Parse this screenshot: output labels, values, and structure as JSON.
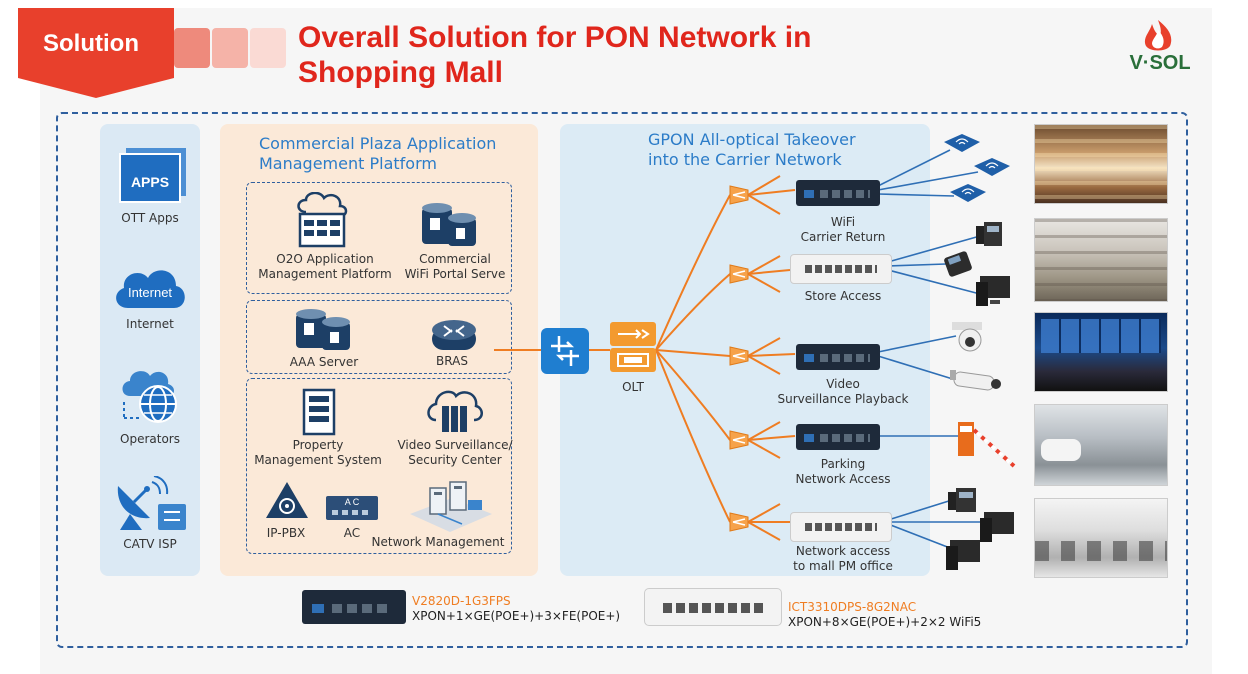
{
  "header": {
    "tab_label": "Solution",
    "title_line1": "Overall Solution for PON Network in",
    "title_line2": "Shopping Mall",
    "logo_text": "V·SOL"
  },
  "left_column": {
    "apps_tile": "APPS",
    "ott_apps": "OTT Apps",
    "internet_cloud": "Internet",
    "internet": "Internet",
    "operators": "Operators",
    "catv": "CATV ISP"
  },
  "platform": {
    "title_line1": "Commercial Plaza Application",
    "title_line2": "Management Platform",
    "o2o_line1": "O2O Application",
    "o2o_line2": "Management Platform",
    "wifi_line1": "Commercial",
    "wifi_line2": "WiFi Portal Serve",
    "aaa": "AAA Server",
    "bras": "BRAS",
    "property_line1": "Property",
    "property_line2": "Management System",
    "video_line1": "Video Surveillance/",
    "video_line2": "Security Center",
    "ippbx": "IP-PBX",
    "ac_device": "A C",
    "ac": "AC",
    "netmgmt": "Network Management"
  },
  "gpon": {
    "title_line1": "GPON All-optical Takeover",
    "title_line2": "into the Carrier Network",
    "olt": "OLT",
    "branches": [
      {
        "line1": "WiFi",
        "line2": "Carrier Return"
      },
      {
        "line1": "Store Access",
        "line2": ""
      },
      {
        "line1": "Video",
        "line2": "Surveillance Playback"
      },
      {
        "line1": "Parking",
        "line2": "Network Access"
      },
      {
        "line1": "Network access",
        "line2": "to mall PM office"
      }
    ]
  },
  "products": [
    {
      "model": "V2820D-1G3FPS",
      "spec": "XPON+1×GE(POE+)+3×FE(POE+)"
    },
    {
      "model": "ICT3310DPS-8G2NAC",
      "spec": "XPON+8×GE(POE+)+2×2 WiFi5"
    }
  ],
  "colors": {
    "accent_red": "#e8402c",
    "title_red": "#e0261c",
    "blue": "#2c7cc8",
    "orange_line": "#ef7d22",
    "blue_line": "#2f6fb5",
    "peach_panel": "#fbe9d8",
    "light_blue_panel": "#dcebf5"
  }
}
